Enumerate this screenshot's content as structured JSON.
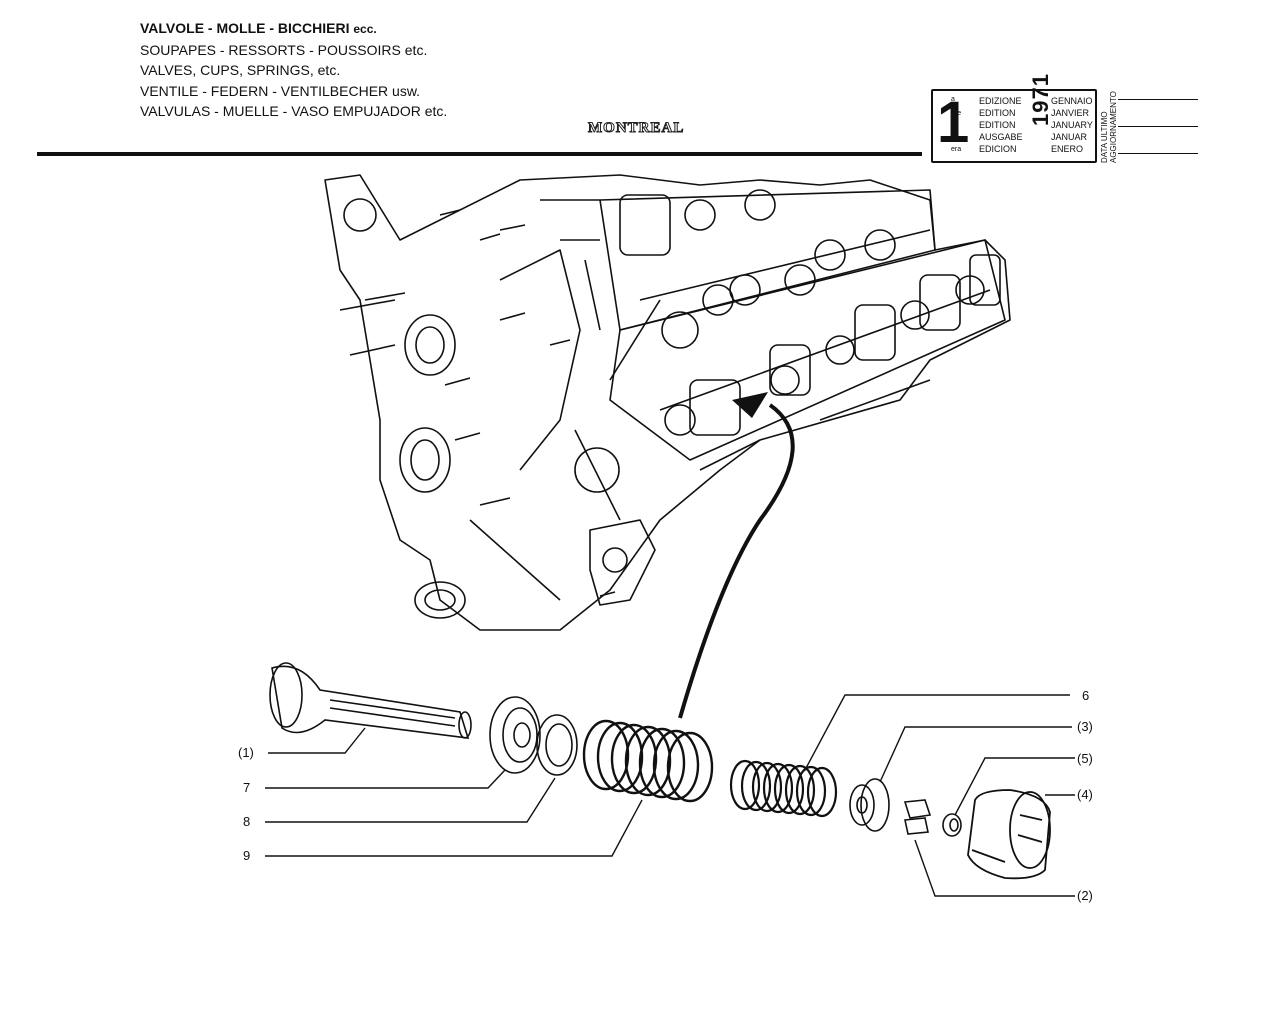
{
  "header": {
    "line1_main": "VALVOLE - MOLLE - BICCHIERI",
    "line1_suffix": "ecc.",
    "line2": "SOUPAPES - RESSORTS - POUSSOIRS etc.",
    "line3": "VALVES, CUPS, SPRINGS, etc.",
    "line4": "VENTILE - FEDERN - VENTILBECHER usw.",
    "line5": "VALVULAS - MUELLE - VASO EMPUJADOR etc.",
    "model": "MONTREAL"
  },
  "edition": {
    "number": "1",
    "ordinals": [
      "a",
      "ere",
      "st",
      ".",
      "era"
    ],
    "words": [
      "EDIZIONE",
      "EDITION",
      "EDITION",
      "AUSGABE",
      "EDICION"
    ],
    "months": [
      "GENNAIO",
      "JANVIER",
      "JANUARY",
      "JANUAR",
      "ENERO"
    ],
    "year": "1971",
    "data_ultimo": "DATA ULTIMO",
    "aggiornamento": "AGGIORNAMENTO"
  },
  "callouts": {
    "c1": "(1)",
    "c7": "7",
    "c8": "8",
    "c9": "9",
    "c6": "6",
    "c3": "(3)",
    "c5": "(5)",
    "c4": "(4)",
    "c2": "(2)"
  }
}
